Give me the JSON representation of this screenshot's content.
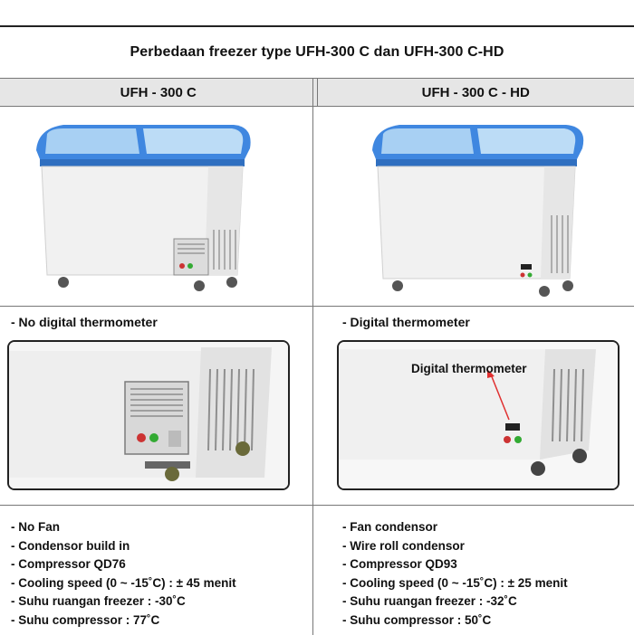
{
  "title": "Perbedaan freezer type UFH-300 C dan UFH-300 C-HD",
  "columns": [
    {
      "header": "UFH - 300 C",
      "feature": "- No digital thermometer",
      "specs": [
        "- No Fan",
        "- Condensor build in",
        "- Compressor QD76",
        "- Cooling speed (0 ~ -15˚C) : ± 45 menit",
        "- Suhu ruangan freezer : -30˚C",
        "- Suhu compressor : 77˚C"
      ]
    },
    {
      "header": "UFH - 300 C - HD",
      "feature": "- Digital thermometer",
      "annotation": "Digital thermometer",
      "specs": [
        "- Fan condensor",
        "- Wire roll condensor",
        "- Compressor QD93",
        "- Cooling speed (0 ~ -15˚C) : ± 25 menit",
        "- Suhu ruangan freezer : -32˚C",
        "- Suhu compressor : 50˚C"
      ]
    }
  ],
  "colors": {
    "lid_blue": "#3f87e0",
    "glass": "#a8d0f3",
    "body": "#f1f1f1",
    "arrow": "#e03030"
  },
  "icons": [
    "freezer-photo",
    "control-panel",
    "vent-grille",
    "arrow"
  ]
}
